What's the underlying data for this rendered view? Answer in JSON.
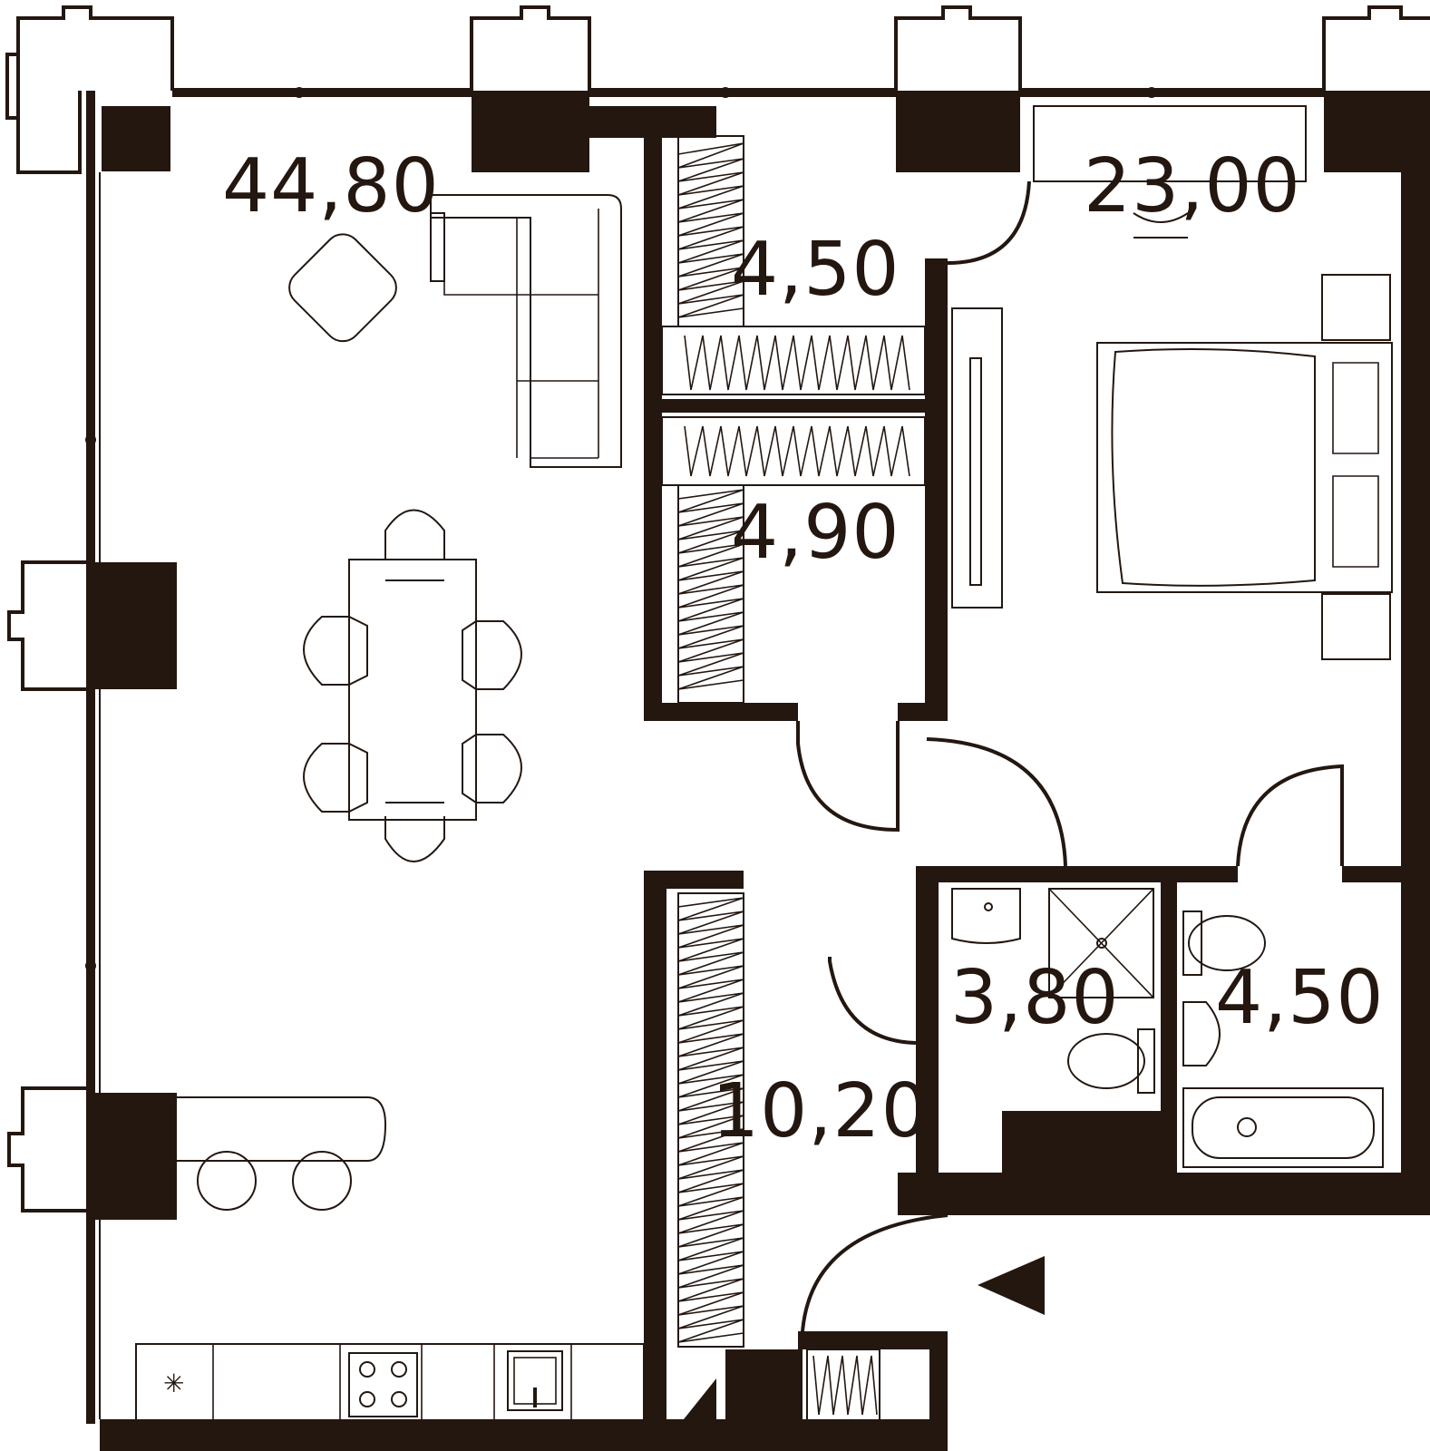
{
  "floor_plan": {
    "wall_color": "#231710",
    "background": "#ffffff",
    "rooms": [
      {
        "id": "living-kitchen",
        "area": "44,80"
      },
      {
        "id": "wardrobe-top",
        "area": "4,50"
      },
      {
        "id": "wardrobe-bottom",
        "area": "4,90"
      },
      {
        "id": "bedroom",
        "area": "23,00"
      },
      {
        "id": "bathroom-shower",
        "area": "3,80"
      },
      {
        "id": "bathroom-tub",
        "area": "4,50"
      },
      {
        "id": "hallway",
        "area": "10,20"
      }
    ],
    "icons": [
      "entrance-arrow-icon",
      "sofa-icon",
      "dining-table-icon",
      "bed-icon",
      "bathtub-icon",
      "toilet-icon",
      "sink-icon",
      "shower-icon",
      "stove-icon",
      "fridge-icon",
      "window-icon"
    ]
  }
}
